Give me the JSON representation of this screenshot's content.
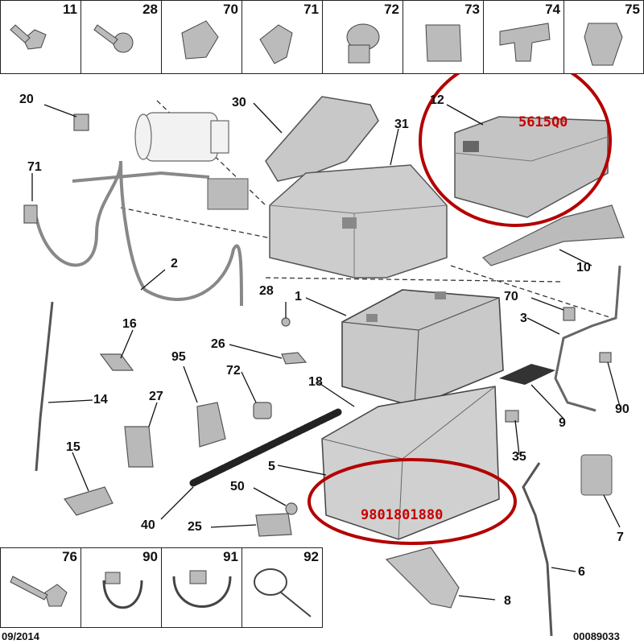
{
  "top_row": [
    "11",
    "28",
    "70",
    "71",
    "72",
    "73",
    "74",
    "75"
  ],
  "bottom_row": [
    "76",
    "90",
    "91",
    "92"
  ],
  "callouts": {
    "c20": "20",
    "c30": "30",
    "c31": "31",
    "c12": "12",
    "c71": "71",
    "c2": "2",
    "c10": "10",
    "c28": "28",
    "c1": "1",
    "c70": "70",
    "c3": "3",
    "c16": "16",
    "c26": "26",
    "c95": "95",
    "c72": "72",
    "c18": "18",
    "c14": "14",
    "c27": "27",
    "c9": "9",
    "c90": "90",
    "c15": "15",
    "c5": "5",
    "c35": "35",
    "c50": "50",
    "c40": "40",
    "c25": "25",
    "c7": "7",
    "c6": "6",
    "c8": "8"
  },
  "part_codes": {
    "upper": "5615Q0",
    "lower": "9801801880"
  },
  "footer": {
    "date": "09/2014",
    "ref": "00089033"
  },
  "colors": {
    "highlight": "#b40000",
    "outline": "#222222",
    "part_fill": "#cfcfcf"
  }
}
